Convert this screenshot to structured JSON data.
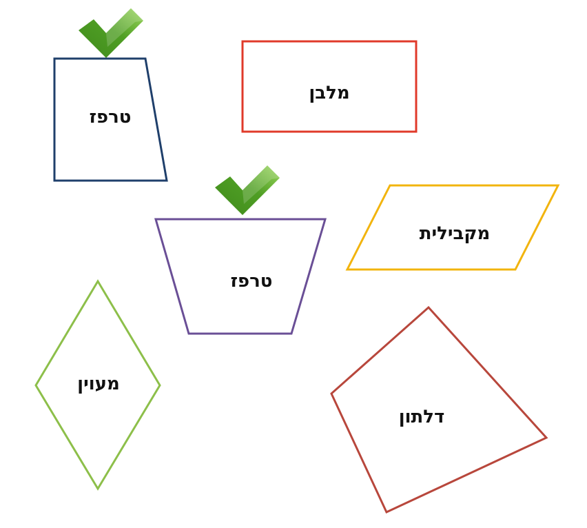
{
  "shapes": [
    {
      "id": "trapezoid-1",
      "label": "טרפז",
      "color": "#1f3f6b",
      "checked": true
    },
    {
      "id": "rectangle",
      "label": "מלבן",
      "color": "#e03a2a",
      "checked": false
    },
    {
      "id": "trapezoid-2",
      "label": "טרפז",
      "color": "#6a4f96",
      "checked": true
    },
    {
      "id": "parallelogram",
      "label": "מקבילית",
      "color": "#f2b40e",
      "checked": false
    },
    {
      "id": "rhombus",
      "label": "מעוין",
      "color": "#8dbf4a",
      "checked": false
    },
    {
      "id": "kite",
      "label": "דלתון",
      "color": "#b8473c",
      "checked": false
    }
  ],
  "icons": {
    "check": "check-icon"
  },
  "colors": {
    "check_dark": "#3f8a1c",
    "check_light": "#8fd052"
  }
}
